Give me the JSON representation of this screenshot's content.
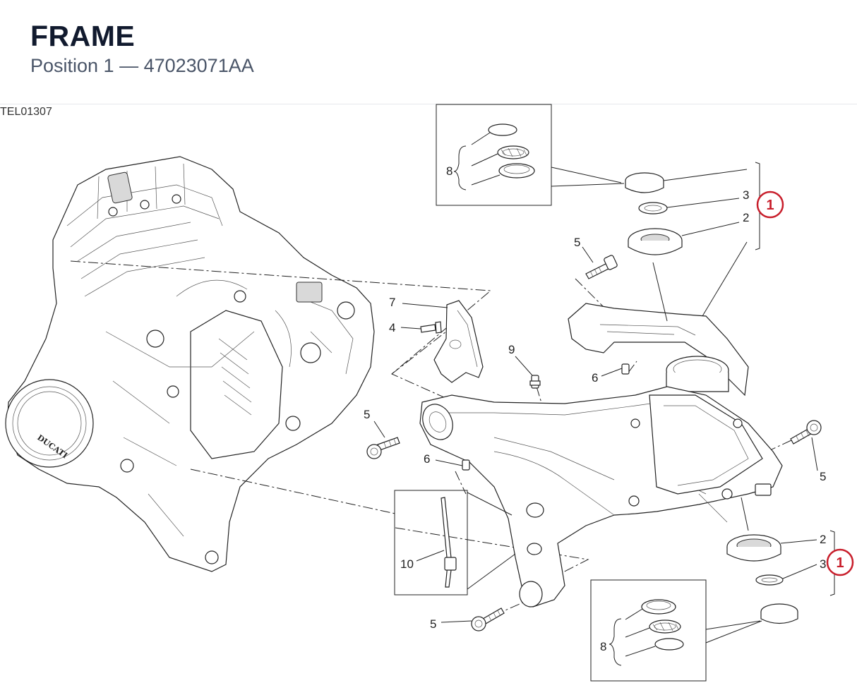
{
  "header": {
    "title": "FRAME",
    "subtitle": "Position 1 — 47023071AA"
  },
  "diagram": {
    "reference": "TEL01307",
    "engine_logo_text": "DUCATI",
    "group_marker": "1",
    "callouts": {
      "top_ring": "",
      "seal_top": "3",
      "bearing_top": "2",
      "box_top_kit": "8",
      "bolt_top": "5",
      "bracket": "7",
      "bracket_screw": "4",
      "sensor_top": "9",
      "nut_right_top": "6",
      "bolt_left": "5",
      "nut_left": "6",
      "bolt_right": "5",
      "tie": "10",
      "bolt_bottom": "5",
      "bearing_bottom": "2",
      "seal_bottom": "3",
      "box_bottom_kit": "8"
    }
  }
}
